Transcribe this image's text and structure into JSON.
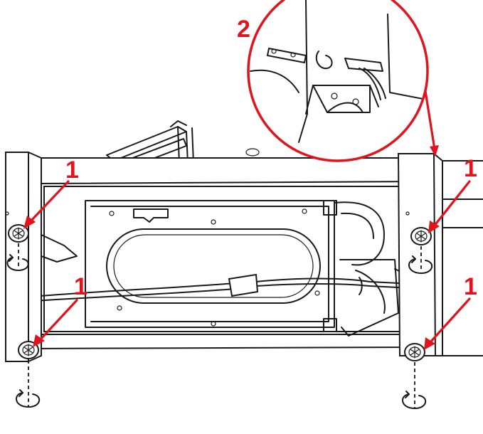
{
  "callouts": {
    "detail_step": "2",
    "foot_top_left": "1",
    "foot_bottom_left": "1",
    "foot_top_right": "1",
    "foot_bottom_right": "1"
  },
  "colors": {
    "callout": "#e0141c",
    "line_art": "#1a1a1a",
    "background": "#ffffff"
  },
  "icons": {
    "feet": "leveling-foot-icon",
    "rotation": "rotate-arrow-icon"
  }
}
